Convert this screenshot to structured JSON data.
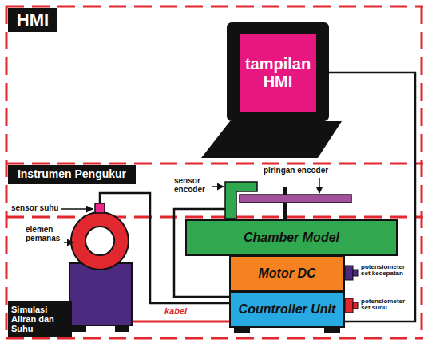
{
  "diagram": {
    "nodes": [
      {
        "text": [
          "HMI"
        ]
      },
      {
        "text": [
          "tampilan HMI"
        ]
      },
      {
        "text": [
          "Instrumen Pengukur"
        ]
      },
      {
        "text": [
          "Chamber Model"
        ]
      },
      {
        "text": [
          "Motor DC"
        ]
      },
      {
        "text": [
          "Countroller Unit"
        ]
      },
      {
        "text": [
          "Simulasi Aliran dan Suhu"
        ]
      }
    ],
    "edges": [
      {
        "from": 1,
        "to": 5,
        "arrow": "none"
      }
    ],
    "labels": [
      "sensor suhu",
      "elemen pemanas",
      "sensor encoder",
      "piringan encoder",
      "potensiometer set kecepatan",
      "potensiometer set suhu",
      "kabel"
    ]
  }
}
